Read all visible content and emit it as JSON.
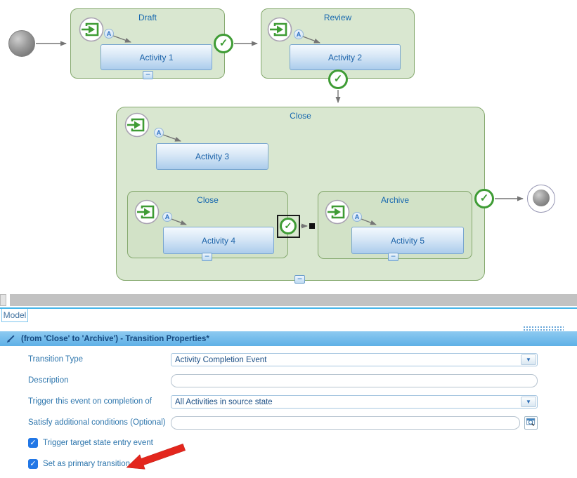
{
  "icons": {
    "check": "✓",
    "dropdown_arrow": "▼",
    "collapse": "−",
    "auto_badge": "A"
  },
  "diagram": {
    "states": {
      "draft": {
        "label": "Draft",
        "activity": "Activity 1"
      },
      "review": {
        "label": "Review",
        "activity": "Activity 2"
      },
      "close": {
        "label": "Close",
        "activity": "Activity 3"
      },
      "close_inner": {
        "label": "Close",
        "activity": "Activity 4"
      },
      "archive": {
        "label": "Archive",
        "activity": "Activity 5"
      }
    }
  },
  "panel": {
    "tab_label": "Model",
    "header_title": "(from 'Close' to 'Archive') - Transition Properties*",
    "fields": {
      "transition_type": {
        "label": "Transition Type",
        "value": "Activity Completion Event"
      },
      "description": {
        "label": "Description",
        "value": ""
      },
      "trigger_on": {
        "label": "Trigger this event on completion of",
        "value": "All Activities in source state"
      },
      "conditions": {
        "label": "Satisfy additional conditions (Optional)",
        "value": ""
      }
    },
    "checkboxes": {
      "entry_event": {
        "label": "Trigger target state entry event",
        "checked": true
      },
      "primary": {
        "label": "Set as primary transition",
        "checked": true
      }
    }
  },
  "colors": {
    "state_green_fill": "#d9e7d0",
    "state_green_border": "#84a86d",
    "activity_blue_border": "#79a6cf",
    "check_green": "#3f9c35",
    "label_blue": "#1768af",
    "panel_header_blue": "#5fb0e6",
    "checkbox_blue": "#2277e6",
    "annotation_red": "#e3261d"
  }
}
